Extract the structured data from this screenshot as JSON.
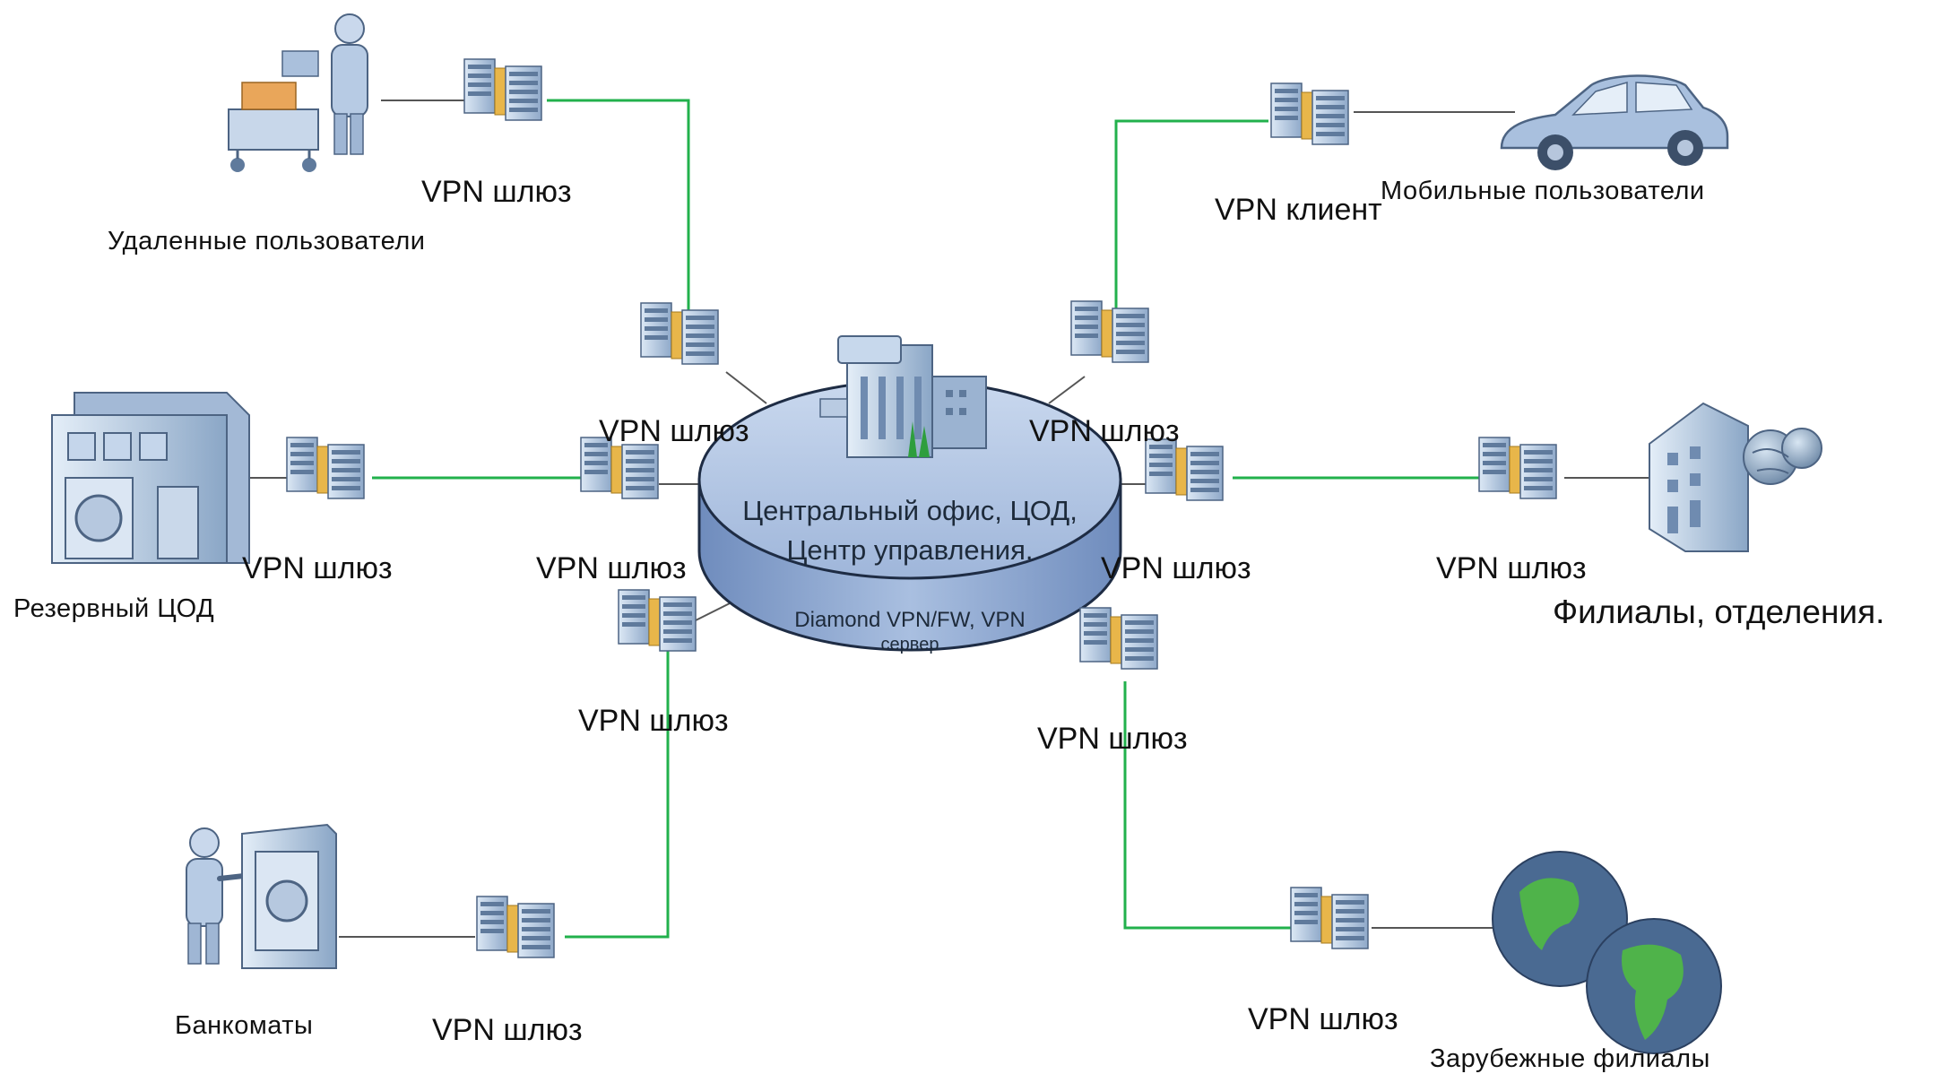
{
  "hub": {
    "line1": "Центральный офис, ЦОД,",
    "line2": "Центр управления.",
    "line3a": "Diamond VPN/FW, VPN",
    "line3b": "сервер"
  },
  "gateways": {
    "remote": "VPN шлюз",
    "backup": "VPN шлюз",
    "branches": "VPN шлюз",
    "atm": "VPN шлюз",
    "foreign": "VPN шлюз",
    "mobile_client": "VPN клиент",
    "hub_top_left": "VPN шлюз",
    "hub_top_right": "VPN шлюз",
    "hub_left": "VPN шлюз",
    "hub_right": "VPN шлюз",
    "hub_bottom_left": "VPN шлюз",
    "hub_bottom_right": "VPN шлюз"
  },
  "sites": {
    "remote_users": "Удаленные пользователи",
    "mobile_users": "Мобильные пользователи",
    "backup_dc": "Резервный ЦОД",
    "branches": "Филиалы, отделения.",
    "atms": "Банкоматы",
    "foreign_branches": "Зарубежные филиалы"
  },
  "colors": {
    "vpn_link": "#22b14c",
    "plain_link": "#555555",
    "hub_top": "#b8cbe6",
    "hub_side": "#7a97c4"
  },
  "icons": [
    "server-cluster-icon",
    "office-building-icon",
    "datacenter-icon",
    "user-with-cart-icon",
    "car-icon",
    "branch-building-icon",
    "atm-icon",
    "globe-icon"
  ]
}
